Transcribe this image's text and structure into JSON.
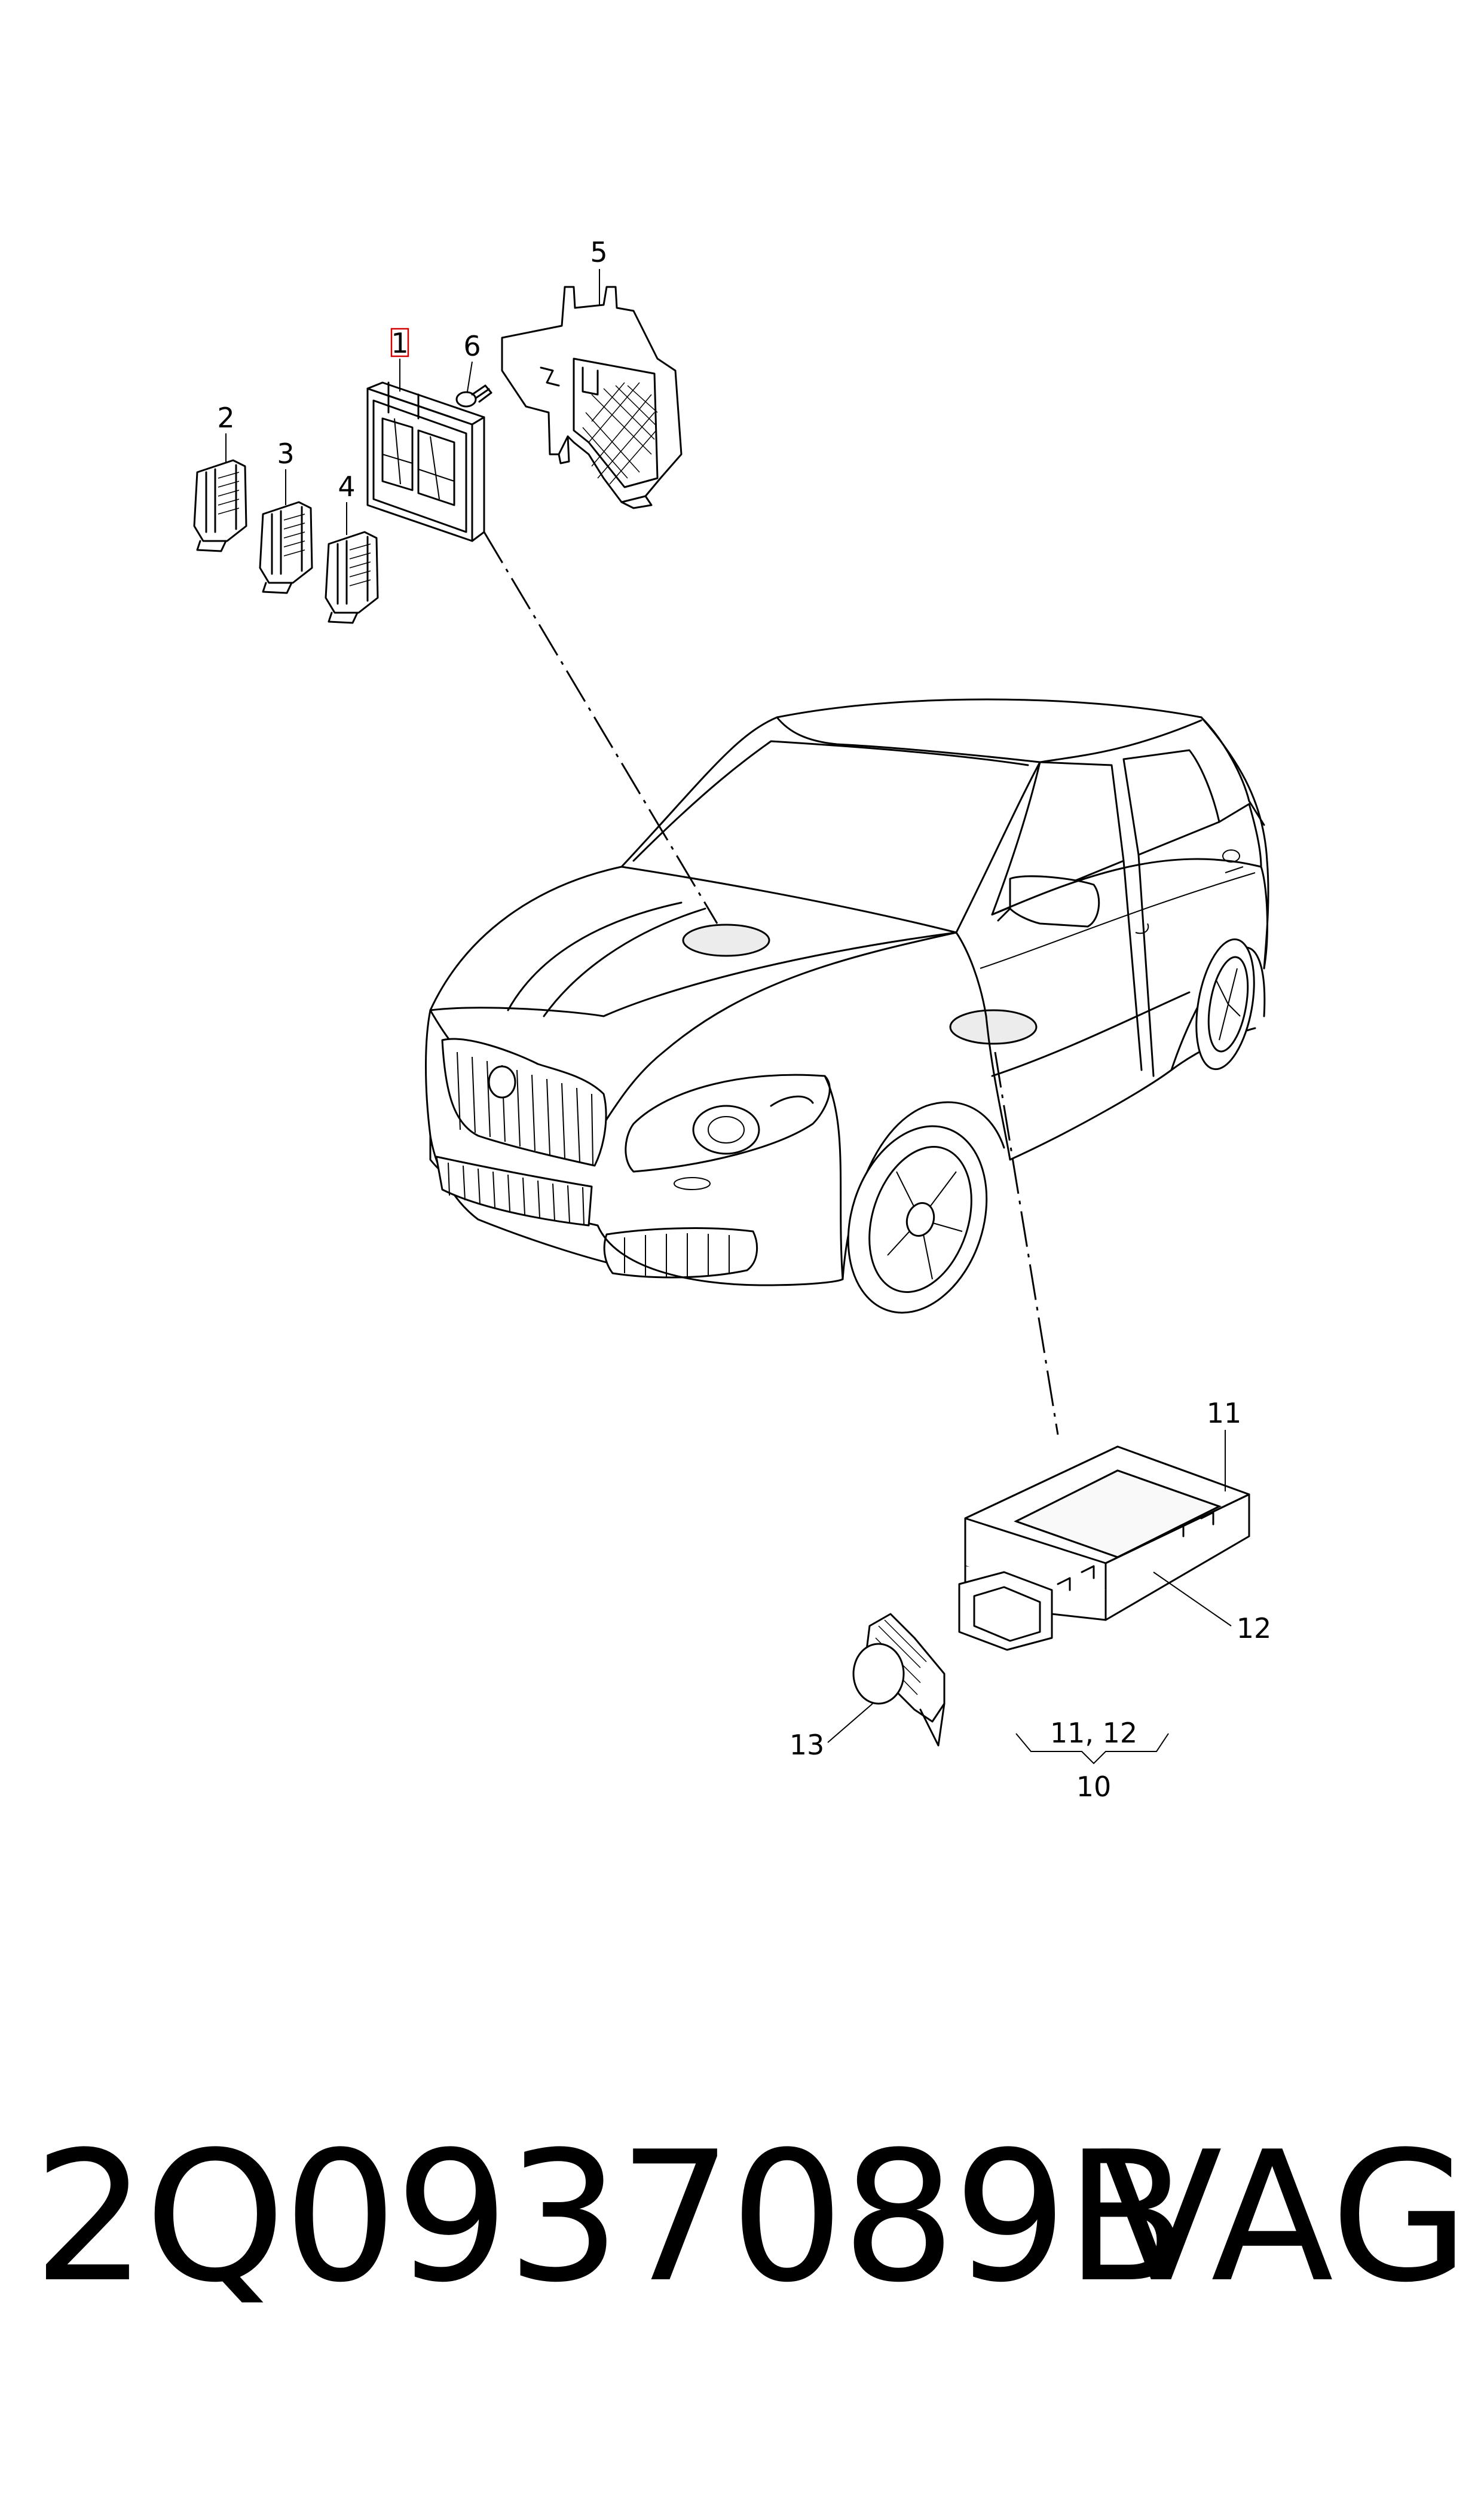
{
  "callouts": {
    "c1": "1",
    "c2": "2",
    "c3": "3",
    "c4": "4",
    "c5": "5",
    "c6": "6",
    "c11": "11",
    "c12": "12",
    "c13": "13",
    "c11_12": "11, 12",
    "c10": "10"
  },
  "highlight_color": "#d00000",
  "footer": {
    "part_number": "2Q0937089B",
    "brand": "VAG"
  }
}
